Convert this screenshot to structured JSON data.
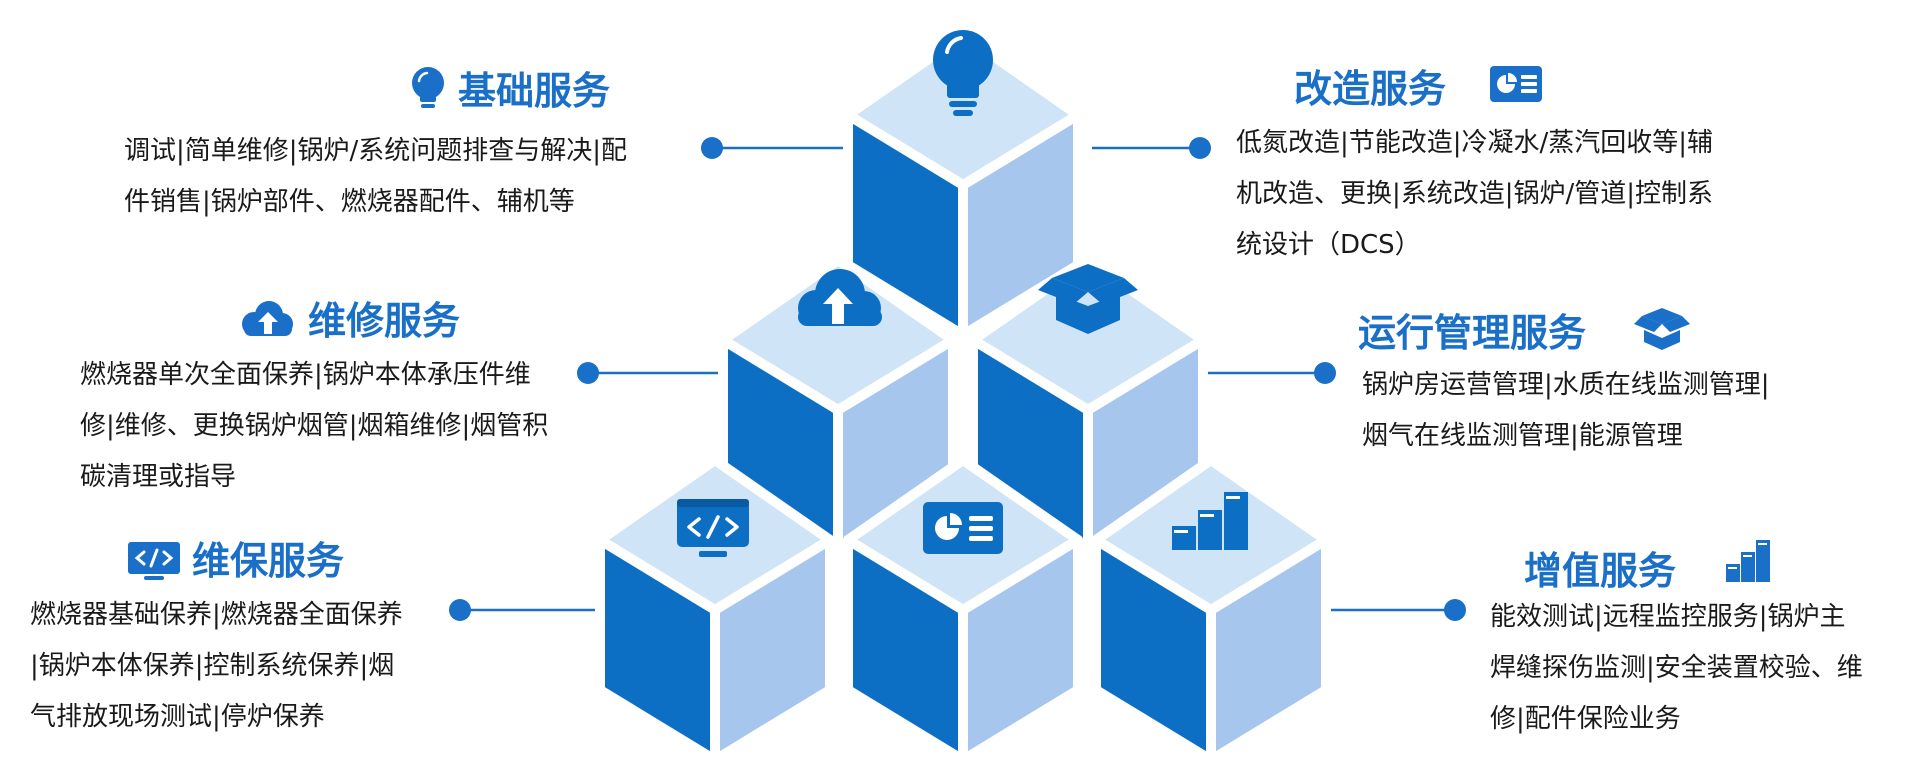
{
  "colors": {
    "face_dark": "#0d6fc4",
    "face_light": "#a6c6ee",
    "top": "#cfe4f6",
    "connector": "#1a6fc9",
    "title": "#1a6fc9",
    "text": "#1a1a1a"
  },
  "cubes": [
    {
      "name": "cube-top",
      "icon": "lightbulb-icon"
    },
    {
      "name": "cube-mid-left",
      "icon": "cloud-upload-icon"
    },
    {
      "name": "cube-mid-right",
      "icon": "open-box-icon"
    },
    {
      "name": "cube-bottom-left",
      "icon": "code-monitor-icon"
    },
    {
      "name": "cube-bottom-center",
      "icon": "pie-chart-card-icon"
    },
    {
      "name": "cube-bottom-right",
      "icon": "stairs-icon"
    }
  ],
  "services": {
    "basic": {
      "title": "基础服务",
      "icon": "lightbulb-icon",
      "lines": [
        "调试|简单维修|锅炉/系统问题排查与解决|配",
        "件销售|锅炉部件、燃烧器配件、辅机等"
      ]
    },
    "repair": {
      "title": "维修服务",
      "icon": "cloud-upload-icon",
      "lines": [
        "燃烧器单次全面保养|锅炉本体承压件维",
        "修|维修、更换锅炉烟管|烟箱维修|烟管积",
        "碳清理或指导"
      ]
    },
    "maintenance": {
      "title": "维保服务",
      "icon": "code-monitor-icon",
      "lines": [
        "燃烧器基础保养|燃烧器全面保养",
        "|锅炉本体保养|控制系统保养|烟",
        "气排放现场测试|停炉保养"
      ]
    },
    "retrofit": {
      "title": "改造服务",
      "icon": "pie-chart-card-icon",
      "lines": [
        "低氮改造|节能改造|冷凝水/蒸汽回收等|辅",
        "机改造、更换|系统改造|锅炉/管道|控制系",
        "统设计（DCS）"
      ]
    },
    "operation": {
      "title": "运行管理服务",
      "icon": "open-box-icon",
      "lines": [
        "锅炉房运营管理|水质在线监测管理|",
        "烟气在线监测管理|能源管理"
      ]
    },
    "value_added": {
      "title": "增值服务",
      "icon": "stairs-icon",
      "lines": [
        "能效测试|远程监控服务|锅炉主",
        "焊缝探伤监测|安全装置校验、维",
        "修|配件保险业务"
      ]
    }
  }
}
